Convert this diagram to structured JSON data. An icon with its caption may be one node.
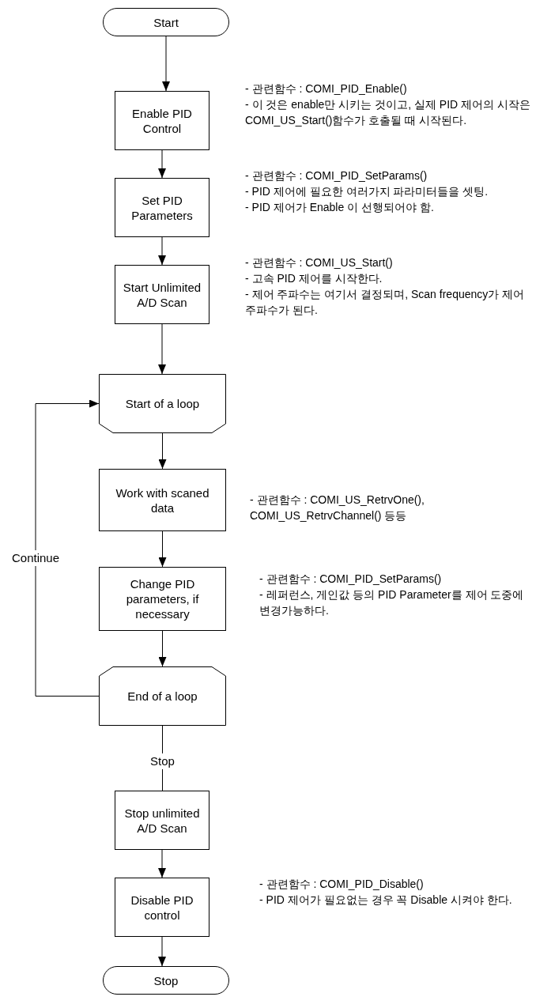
{
  "diagram": {
    "nodes": [
      {
        "text": [
          "Start"
        ]
      },
      {
        "text": [
          "Enable PID Control"
        ],
        "beside": [
          "- 관련함수 : COMI_PID_Enable()",
          "- 이 것은 enable만 시키는 것이고, 실제 PID 제어의 시작은 COMI_US_Start()함수가 호출될 때 시작된다."
        ]
      },
      {
        "text": [
          "Set PID Parameters"
        ],
        "beside": [
          "- 관련함수 : COMI_PID_SetParams()",
          "- PID 제어에 필요한 여러가지 파라미터들을 셋팅.",
          "- PID 제어가 Enable 이 선행되어야 함."
        ]
      },
      {
        "text": [
          "Start Unlimited A/D Scan"
        ],
        "beside": [
          "- 관련함수 : COMI_US_Start()",
          "- 고속 PID 제어를 시작한다.",
          "- 제어 주파수는 여기서 결정되며, Scan frequency가 제어 주파수가 된다."
        ]
      },
      {
        "text": [
          "Start of a loop"
        ]
      },
      {
        "text": [
          "Work with scaned data"
        ],
        "beside": [
          "- 관련함수 : COMI_US_RetrvOne(), COMI_US_RetrvChannel() 등등"
        ]
      },
      {
        "text": [
          "Change PID parameters, if necessary"
        ],
        "beside": [
          "- 관련함수 : COMI_PID_SetParams()",
          "- 레퍼런스, 게인값 등의 PID Parameter를 제어 도중에 변경가능하다."
        ]
      },
      {
        "text": [
          "End of a loop"
        ]
      },
      {
        "text": [
          "Stop unlimited A/D Scan"
        ]
      },
      {
        "text": [
          "Disable PID control"
        ],
        "beside": [
          "- 관련함수 : COMI_PID_Disable()",
          "- PID 제어가 필요없는 경우 꼭 Disable 시켜야 한다."
        ]
      },
      {
        "text": [
          "Stop"
        ]
      }
    ],
    "edges": [
      {
        "from": 0,
        "to": 1,
        "arrow": "to"
      },
      {
        "from": 1,
        "to": 2,
        "arrow": "to"
      },
      {
        "from": 2,
        "to": 3,
        "arrow": "to"
      },
      {
        "from": 3,
        "to": 4,
        "arrow": "to"
      },
      {
        "from": 4,
        "to": 5,
        "arrow": "to"
      },
      {
        "from": 5,
        "to": 6,
        "arrow": "to"
      },
      {
        "from": 6,
        "to": 7,
        "arrow": "to"
      },
      {
        "from": 7,
        "to": 4,
        "arrow": "to",
        "label": "Continue"
      },
      {
        "from": 7,
        "to": 8,
        "arrow": "none",
        "label": "Stop"
      },
      {
        "from": 8,
        "to": 9,
        "arrow": "to"
      },
      {
        "from": 9,
        "to": 10,
        "arrow": "to"
      }
    ]
  }
}
